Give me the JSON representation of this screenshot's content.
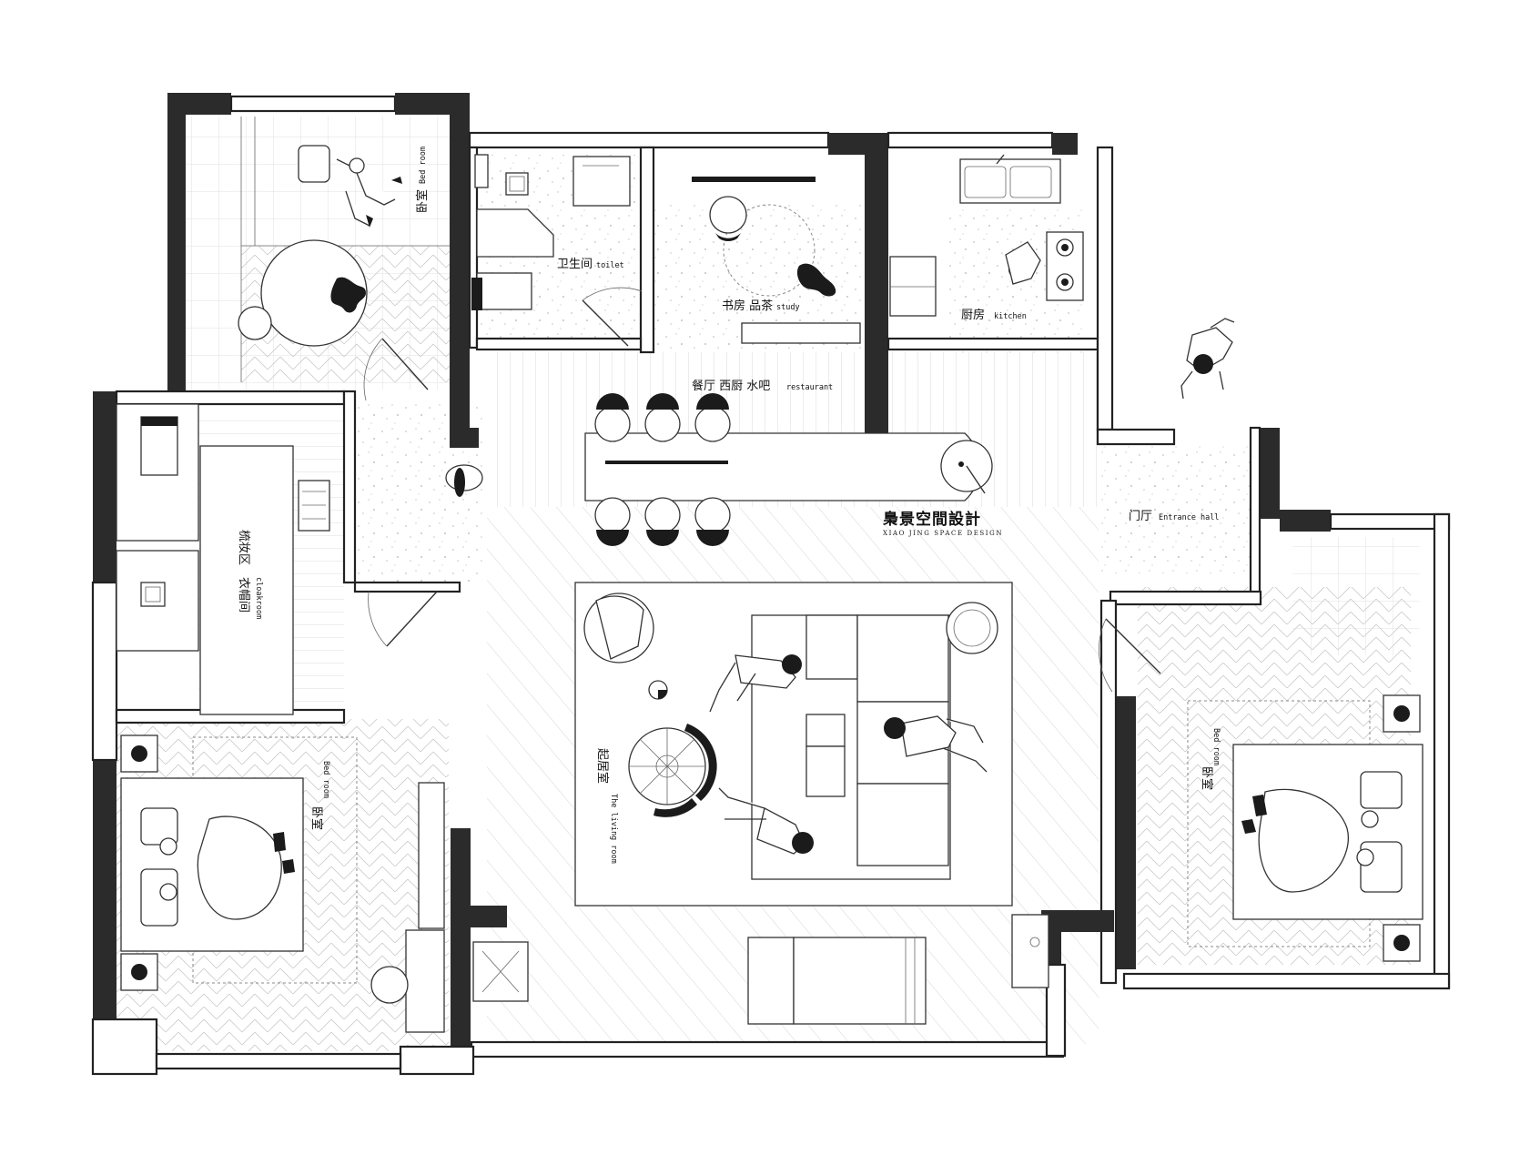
{
  "brand": {
    "name": "梟景空間設計",
    "subtitle": "XIAO JING SPACE DESIGN"
  },
  "rooms": {
    "bedroom_top": {
      "cn": "卧室",
      "en": "Bed room"
    },
    "toilet": {
      "cn": "卫生间",
      "en": "toilet"
    },
    "study": {
      "cn": "书房 品茶",
      "en": "study"
    },
    "kitchen": {
      "cn": "厨房",
      "en": "kitchen"
    },
    "restaurant": {
      "cn": "餐厅 西厨 水吧",
      "en": "restaurant"
    },
    "entrance": {
      "cn": "门厅",
      "en": "Entrance hall"
    },
    "cloakroom": {
      "cn_a": "梳妆区",
      "cn_b": "衣帽间",
      "en": "cloakroom"
    },
    "bedroom_left": {
      "cn": "卧室",
      "en": "Bed room"
    },
    "living": {
      "cn": "起居室",
      "en": "The living room"
    },
    "bedroom_right": {
      "cn": "卧室",
      "en": "Bed room"
    }
  }
}
